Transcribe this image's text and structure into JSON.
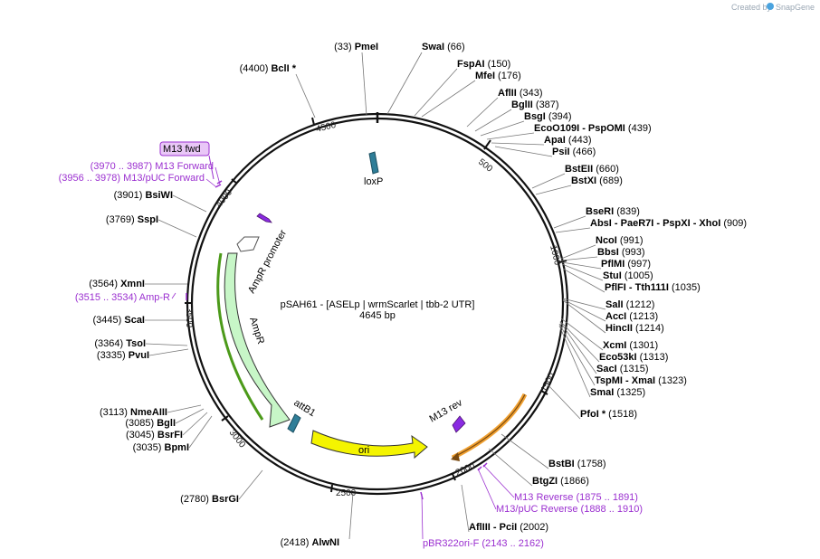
{
  "credit": {
    "created_by": "Created by",
    "app": "SnapGene"
  },
  "plasmid": {
    "name": "pSAH61 - [ASELp | wrmScarlet | tbb-2 UTR]",
    "length": "4645 bp"
  },
  "ticks": [
    "500",
    "1000",
    "1500",
    "2000",
    "2500",
    "3000",
    "3500",
    "4000",
    "4500"
  ],
  "features": {
    "loxp": "loxP",
    "ampr_promoter": "AmpR promoter",
    "ampr": "AmpR",
    "attb1": "attB1",
    "ori": "ori",
    "m13rev": "M13 rev",
    "m13fwd": "M13 fwd"
  },
  "sites": [
    {
      "name": "PmeI",
      "pos": "(33)"
    },
    {
      "name": "SwaI",
      "pos": "(66)"
    },
    {
      "name": "FspAI",
      "pos": "(150)"
    },
    {
      "name": "MfeI",
      "pos": "(176)"
    },
    {
      "name": "AflII",
      "pos": "(343)"
    },
    {
      "name": "BglII",
      "pos": "(387)"
    },
    {
      "name": "BsgI",
      "pos": "(394)"
    },
    {
      "name": "EcoO109I",
      "extra": "- PspOMI",
      "pos": "(439)"
    },
    {
      "name": "ApaI",
      "pos": "(443)"
    },
    {
      "name": "PsiI",
      "pos": "(466)"
    },
    {
      "name": "BstEII",
      "pos": "(660)"
    },
    {
      "name": "BstXI",
      "pos": "(689)"
    },
    {
      "name": "BseRI",
      "pos": "(839)"
    },
    {
      "name": "AbsI",
      "extra": "- PaeR7I - PspXI - XhoI",
      "pos": "(909)"
    },
    {
      "name": "NcoI",
      "pos": "(991)"
    },
    {
      "name": "BbsI",
      "pos": "(993)"
    },
    {
      "name": "PflMI",
      "pos": "(997)"
    },
    {
      "name": "StuI",
      "pos": "(1005)"
    },
    {
      "name": "PflFI",
      "extra": "- Tth111I",
      "pos": "(1035)"
    },
    {
      "name": "SalI",
      "pos": "(1212)"
    },
    {
      "name": "AccI",
      "pos": "(1213)"
    },
    {
      "name": "HincII",
      "pos": "(1214)"
    },
    {
      "name": "XcmI",
      "pos": "(1301)"
    },
    {
      "name": "Eco53kI",
      "pos": "(1313)"
    },
    {
      "name": "SacI",
      "pos": "(1315)"
    },
    {
      "name": "TspMI",
      "extra": "- XmaI",
      "pos": "(1323)"
    },
    {
      "name": "SmaI",
      "pos": "(1325)"
    },
    {
      "name": "PfoI *",
      "pos": "(1518)"
    },
    {
      "name": "BstBI",
      "pos": "(1758)"
    },
    {
      "name": "BtgZI",
      "pos": "(1866)"
    },
    {
      "name": "AflIII",
      "extra": "- PciI",
      "pos": "(2002)"
    },
    {
      "name": "AlwNI",
      "pos": "(2418)"
    },
    {
      "name": "BsrGI",
      "pos": "(2780)"
    },
    {
      "name": "BpmI",
      "pos": "(3035)"
    },
    {
      "name": "BsrFI",
      "pos": "(3045)"
    },
    {
      "name": "BglI",
      "pos": "(3085)"
    },
    {
      "name": "NmeAIII",
      "pos": "(3113)"
    },
    {
      "name": "PvuI",
      "pos": "(3335)"
    },
    {
      "name": "TsoI",
      "pos": "(3364)"
    },
    {
      "name": "ScaI",
      "pos": "(3445)"
    },
    {
      "name": "XmnI",
      "pos": "(3564)"
    },
    {
      "name": "SspI",
      "pos": "(3769)"
    },
    {
      "name": "BsiWI",
      "pos": "(3901)"
    },
    {
      "name": "BclI *",
      "pos": "(4400)"
    }
  ],
  "primers": [
    {
      "name": "M13 Reverse",
      "pos": "(1875 .. 1891)"
    },
    {
      "name": "M13/pUC Reverse",
      "pos": "(1888 .. 1910)"
    },
    {
      "name": "pBR322ori-F",
      "pos": "(2143 .. 2162)"
    },
    {
      "name": "Amp-R",
      "pos": "(3515 .. 3534)"
    },
    {
      "name": "M13/pUC Forward",
      "pos": "(3956 .. 3978)"
    },
    {
      "name": "M13 Forward",
      "pos": "(3970 .. 3987)"
    }
  ]
}
